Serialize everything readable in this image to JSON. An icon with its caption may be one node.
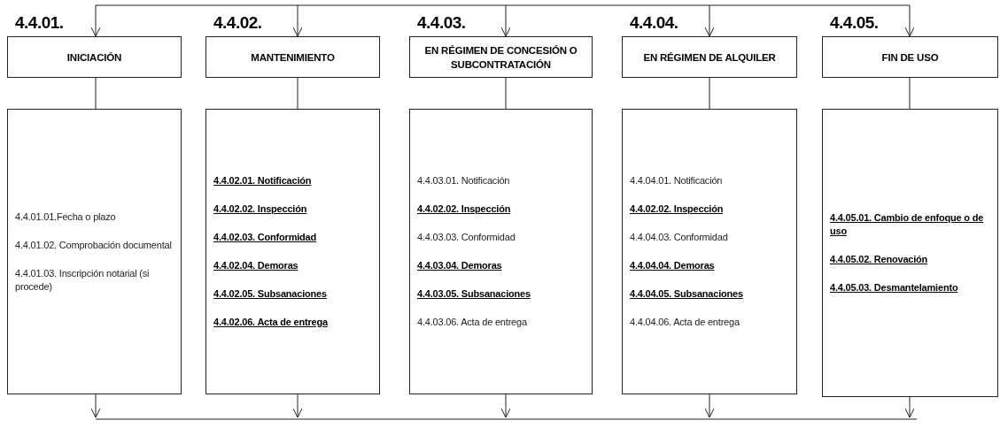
{
  "diagram": {
    "nodes": [
      {
        "text": [
          "INICIACIÓN"
        ],
        "beside": [
          "4.4.01."
        ]
      },
      {
        "text": [
          "4.4.01.01.Fecha o plazo",
          "4.4.01.02. Comprobación documental",
          "4.4.01.03. Inscripción notarial (si procede)"
        ]
      },
      {
        "text": [
          "MANTENIMIENTO"
        ],
        "beside": [
          "4.4.02."
        ]
      },
      {
        "text": [
          "**4.4.02.01. Notificación**",
          "**4.4.02.02. Inspección**",
          "**4.4.02.03. Conformidad**",
          "**4.4.02.04. Demoras**",
          "**4.4.02.05. Subsanaciones**",
          "**4.4.02.06. Acta de entrega**"
        ]
      },
      {
        "text": [
          "EN RÉGIMEN DE CONCESIÓN O SUBCONTRATACIÓN"
        ],
        "beside": [
          "4.4.03."
        ]
      },
      {
        "text": [
          "4.4.03.01. Notificación",
          "**4.4.02.02. Inspección**",
          "4.4.03.03.  Conformidad",
          "**4.4.03.04. Demoras**",
          "**4.4.03.05. Subsanaciones**",
          "4.4.03.06.  Acta de entrega"
        ]
      },
      {
        "text": [
          "EN RÉGIMEN DE ALQUILER"
        ],
        "beside": [
          "4.4.04."
        ]
      },
      {
        "text": [
          "4.4.04.01. Notificación",
          "**4.4.02.02. Inspección**",
          "4.4.04.03. Conformidad",
          "**4.4.04.04. Demoras**",
          "**4.4.04.05. Subsanaciones**",
          "4.4.04.06. Acta de entrega"
        ]
      },
      {
        "text": [
          "FIN DE USO"
        ],
        "beside": [
          "4.4.05."
        ]
      },
      {
        "text": [
          "**4.4.05.01. Cambio de enfoque o de uso**",
          "**4.4.05.02. Renovación**",
          "**4.4.05.03. Desmantelamiento**"
        ]
      }
    ],
    "edges": [
      {
        "from": null,
        "to": 0,
        "arrow": "to"
      },
      {
        "from": 0,
        "to": 1,
        "arrow": "none"
      },
      {
        "from": 1,
        "to": null,
        "arrow": "to"
      },
      {
        "from": null,
        "to": 2,
        "arrow": "to"
      },
      {
        "from": 2,
        "to": 3,
        "arrow": "none"
      },
      {
        "from": 3,
        "to": null,
        "arrow": "to"
      },
      {
        "from": null,
        "to": 4,
        "arrow": "to"
      },
      {
        "from": 4,
        "to": 5,
        "arrow": "none"
      },
      {
        "from": 5,
        "to": null,
        "arrow": "to"
      },
      {
        "from": null,
        "to": 6,
        "arrow": "to"
      },
      {
        "from": 6,
        "to": 7,
        "arrow": "none"
      },
      {
        "from": 7,
        "to": null,
        "arrow": "to"
      },
      {
        "from": null,
        "to": 8,
        "arrow": "to"
      },
      {
        "from": 8,
        "to": 9,
        "arrow": "none"
      },
      {
        "from": 9,
        "to": null,
        "arrow": "to"
      }
    ]
  }
}
